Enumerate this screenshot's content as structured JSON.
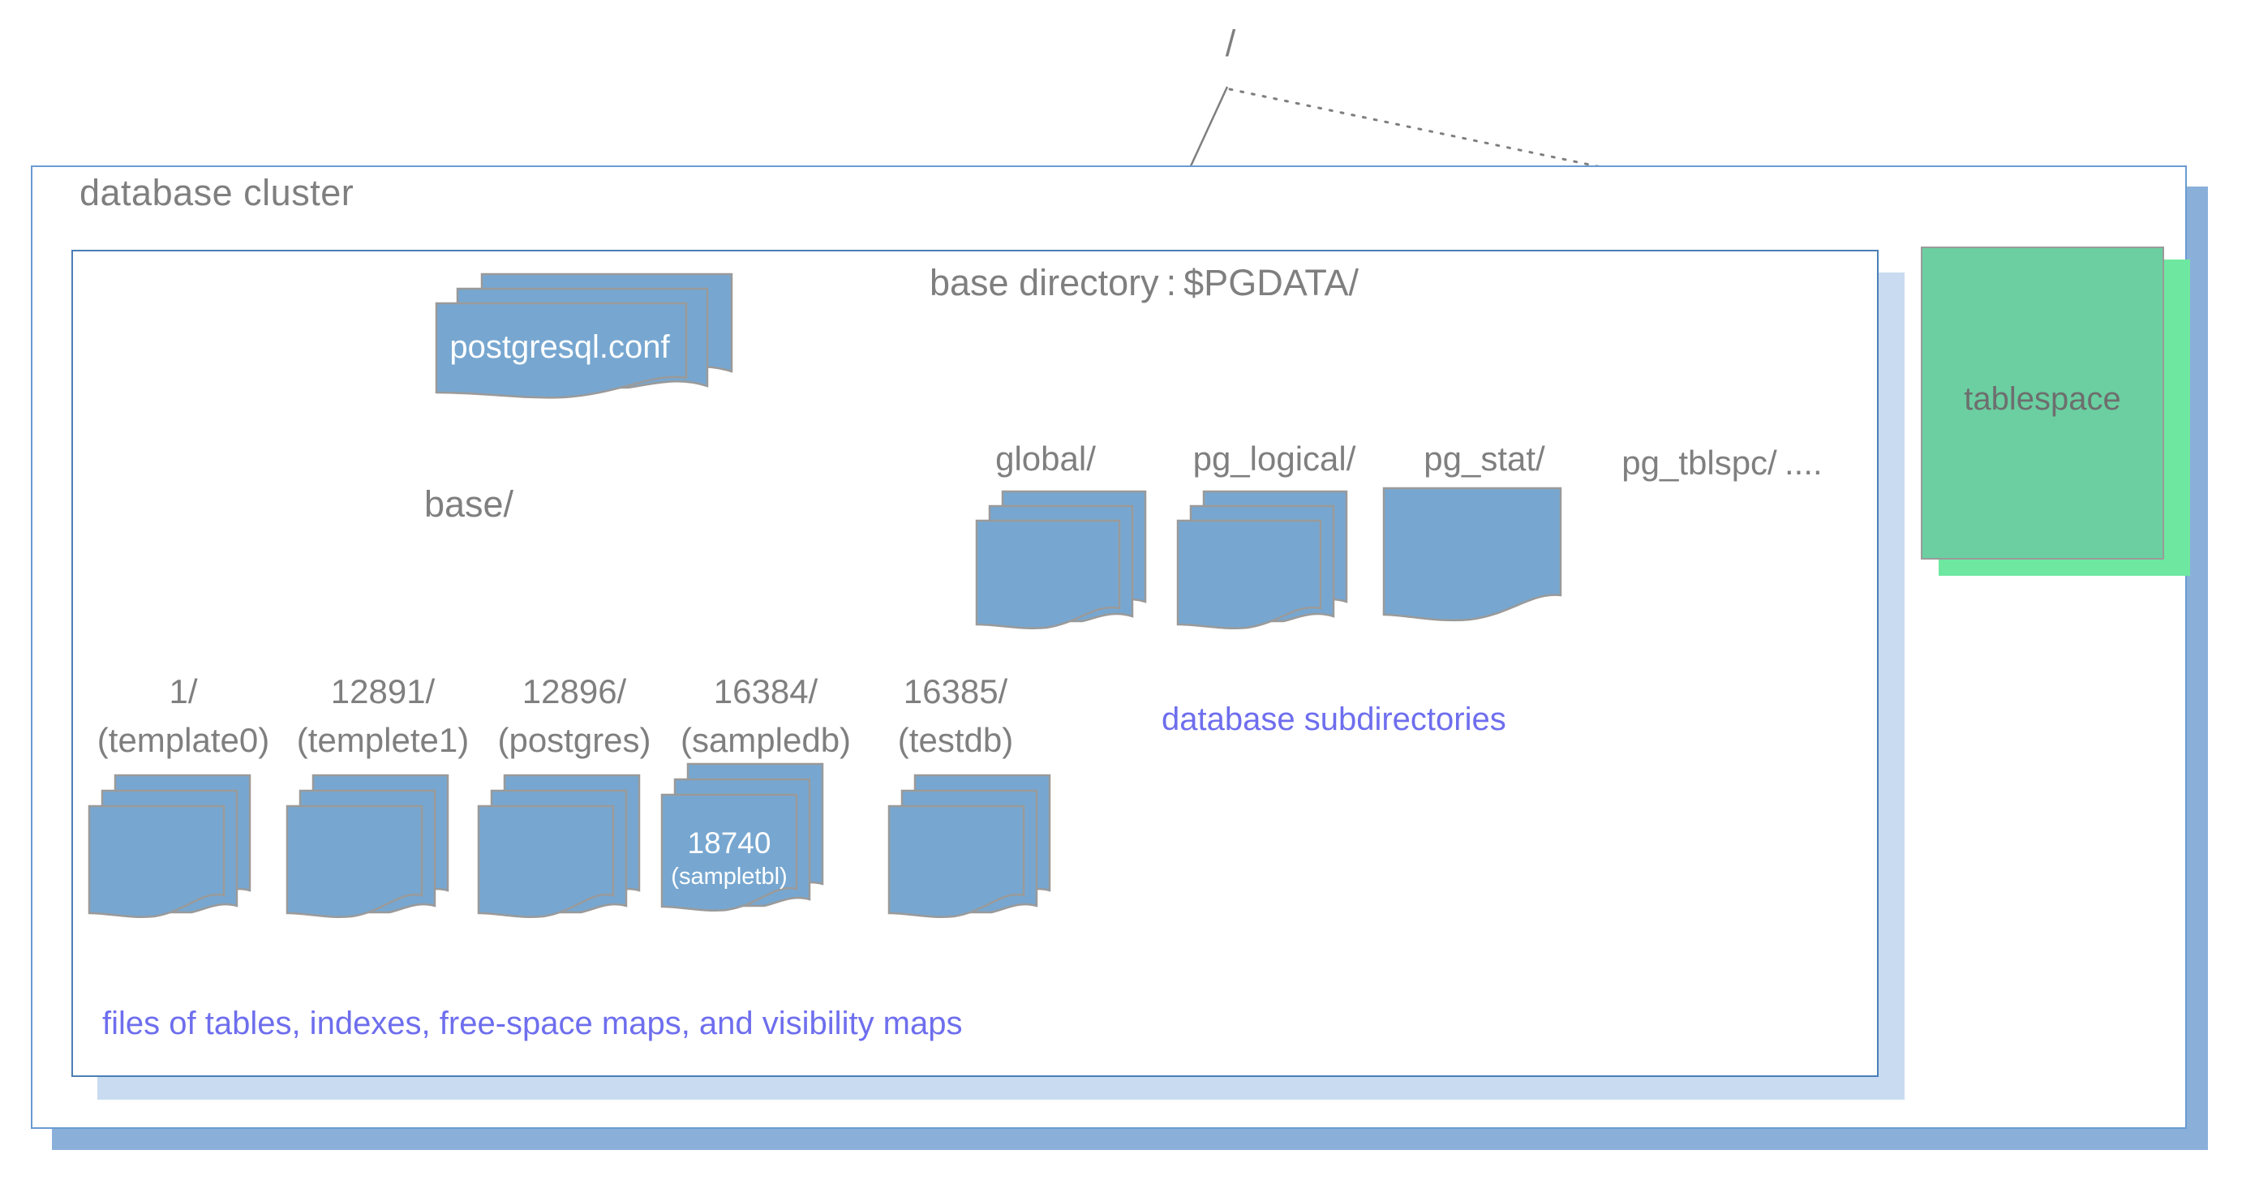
{
  "diagram": {
    "title": "database cluster",
    "root_label": "/",
    "pgdata_label": "base directory : $PGDATA/",
    "config_file": "postgresql.conf",
    "base_dir_label": "base/",
    "tablespace_label": "tablespace",
    "subdir_note": "database subdirectories",
    "files_note": "files of tables, indexes, free-space maps, and visibility maps",
    "ellipsis": "....",
    "top_dirs": [
      {
        "name": "global/",
        "files": "stack3"
      },
      {
        "name": "pg_logical/",
        "files": "stack3"
      },
      {
        "name": "pg_stat/",
        "files": "single"
      },
      {
        "name": "pg_tblspc/",
        "files": "none"
      }
    ],
    "database_subdirs": [
      {
        "oid": "1/",
        "dbname": "(template0)",
        "file_label": "",
        "file_sub": ""
      },
      {
        "oid": "12891/",
        "dbname": "(templete1)",
        "file_label": "",
        "file_sub": ""
      },
      {
        "oid": "12896/",
        "dbname": "(postgres)",
        "file_label": "",
        "file_sub": ""
      },
      {
        "oid": "16384/",
        "dbname": "(sampledb)",
        "file_label": "18740",
        "file_sub": "(sampletbl)"
      },
      {
        "oid": "16385/",
        "dbname": "(testdb)",
        "file_label": "",
        "file_sub": ""
      }
    ],
    "colors": {
      "doc_fill": "#77A7D0",
      "doc_stroke": "#9A9A9A",
      "text_gray": "#7F7F7F",
      "note_blue": "#6E6EEE",
      "cluster_border": "#6A9BD1",
      "cluster_shadow": "#8AB0DA",
      "pgdata_border": "#4A7EB5",
      "pgdata_shadow": "#C9DBF0",
      "tablespace_fill": "#6BCFA1",
      "tablespace_shadow": "#6EE8A0",
      "arrow_fill": "#DCE6F1",
      "edge_line": "#7F7F7F"
    }
  }
}
